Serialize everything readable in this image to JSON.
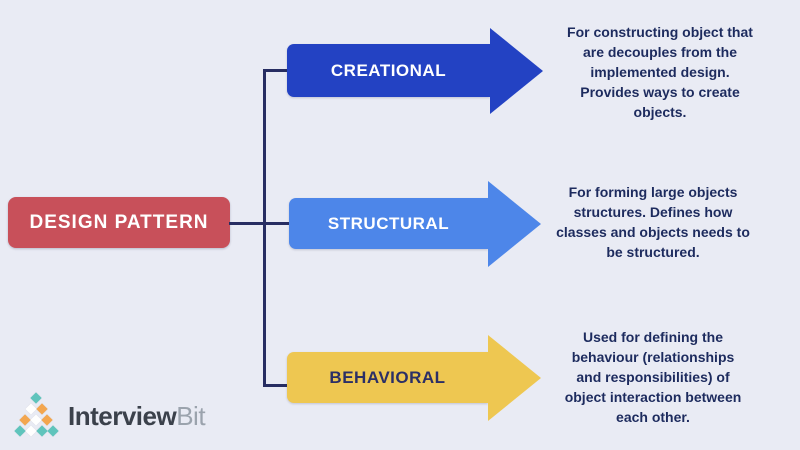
{
  "diagram": {
    "background_color": "#e9ebf4",
    "connector_color": "#272d62",
    "description_text_color": "#1d2b5e",
    "root": {
      "label": "DESIGN PATTERN",
      "box_color": "#c8505a",
      "label_color": "#ffffff"
    },
    "branches": [
      {
        "label": "CREATIONAL",
        "arrow_color": "#2342c3",
        "label_color": "#ffffff",
        "description_lines": [
          "For constructing object that",
          "are decouples from the",
          "implemented design.",
          "Provides ways to create",
          "objects."
        ]
      },
      {
        "label": "STRUCTURAL",
        "arrow_color": "#4d86e9",
        "label_color": "#ffffff",
        "description_lines": [
          "For forming large objects",
          "structures. Defines how",
          "classes and objects needs to",
          "be structured."
        ]
      },
      {
        "label": "BEHAVIORAL",
        "arrow_color": "#eec751",
        "label_color": "#2b2f66",
        "description_lines": [
          "Used for defining the",
          "behaviour (relationships",
          "and responsibilities) of",
          "object interaction between",
          "each other."
        ]
      }
    ]
  },
  "logo": {
    "brand_primary": "Interview",
    "brand_secondary": "Bit",
    "primary_color": "#3b414b",
    "secondary_color": "#9ba3ad",
    "mark_colors": {
      "teal": "#5fc4bc",
      "orange": "#f3a64f",
      "white": "#ffffff"
    },
    "mark_rows": [
      [
        "teal"
      ],
      [
        "white",
        "orange"
      ],
      [
        "orange",
        "white",
        "orange"
      ],
      [
        "teal",
        "white",
        "teal",
        "teal"
      ]
    ]
  }
}
